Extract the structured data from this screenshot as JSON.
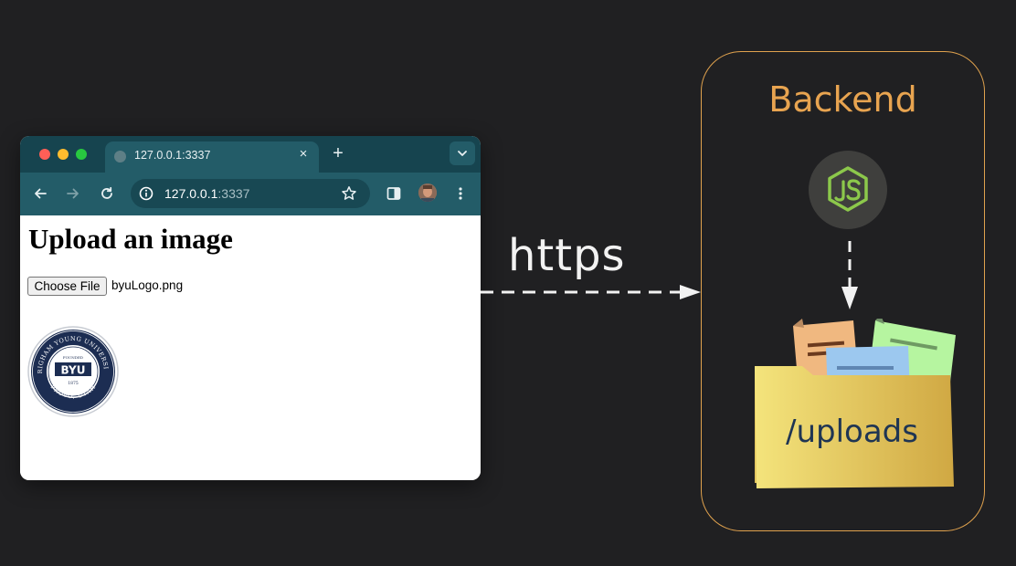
{
  "browser": {
    "tab_title": "127.0.0.1:3337",
    "tab_close": "×",
    "new_tab": "+",
    "url_host": "127.0.0.1",
    "url_port": ":3337",
    "page": {
      "heading": "Upload an image",
      "choose_file_label": "Choose File",
      "file_name": "byuLogo.png",
      "seal_text_top": "BRIGHAM YOUNG UNIVERSITY",
      "seal_text_bottom": "PROVO, UTAH",
      "seal_founded": "FOUNDED",
      "seal_center": "BYU",
      "seal_year": "1875"
    }
  },
  "connector": {
    "label": "https"
  },
  "backend": {
    "title": "Backend",
    "node_icon": "nodejs-icon",
    "folder_label": "/uploads"
  },
  "colors": {
    "background": "#202022",
    "backend_border": "#e0a24e",
    "backend_title": "#e8a450",
    "browser_chrome": "#235c68",
    "folder_label": "#1f3553"
  }
}
